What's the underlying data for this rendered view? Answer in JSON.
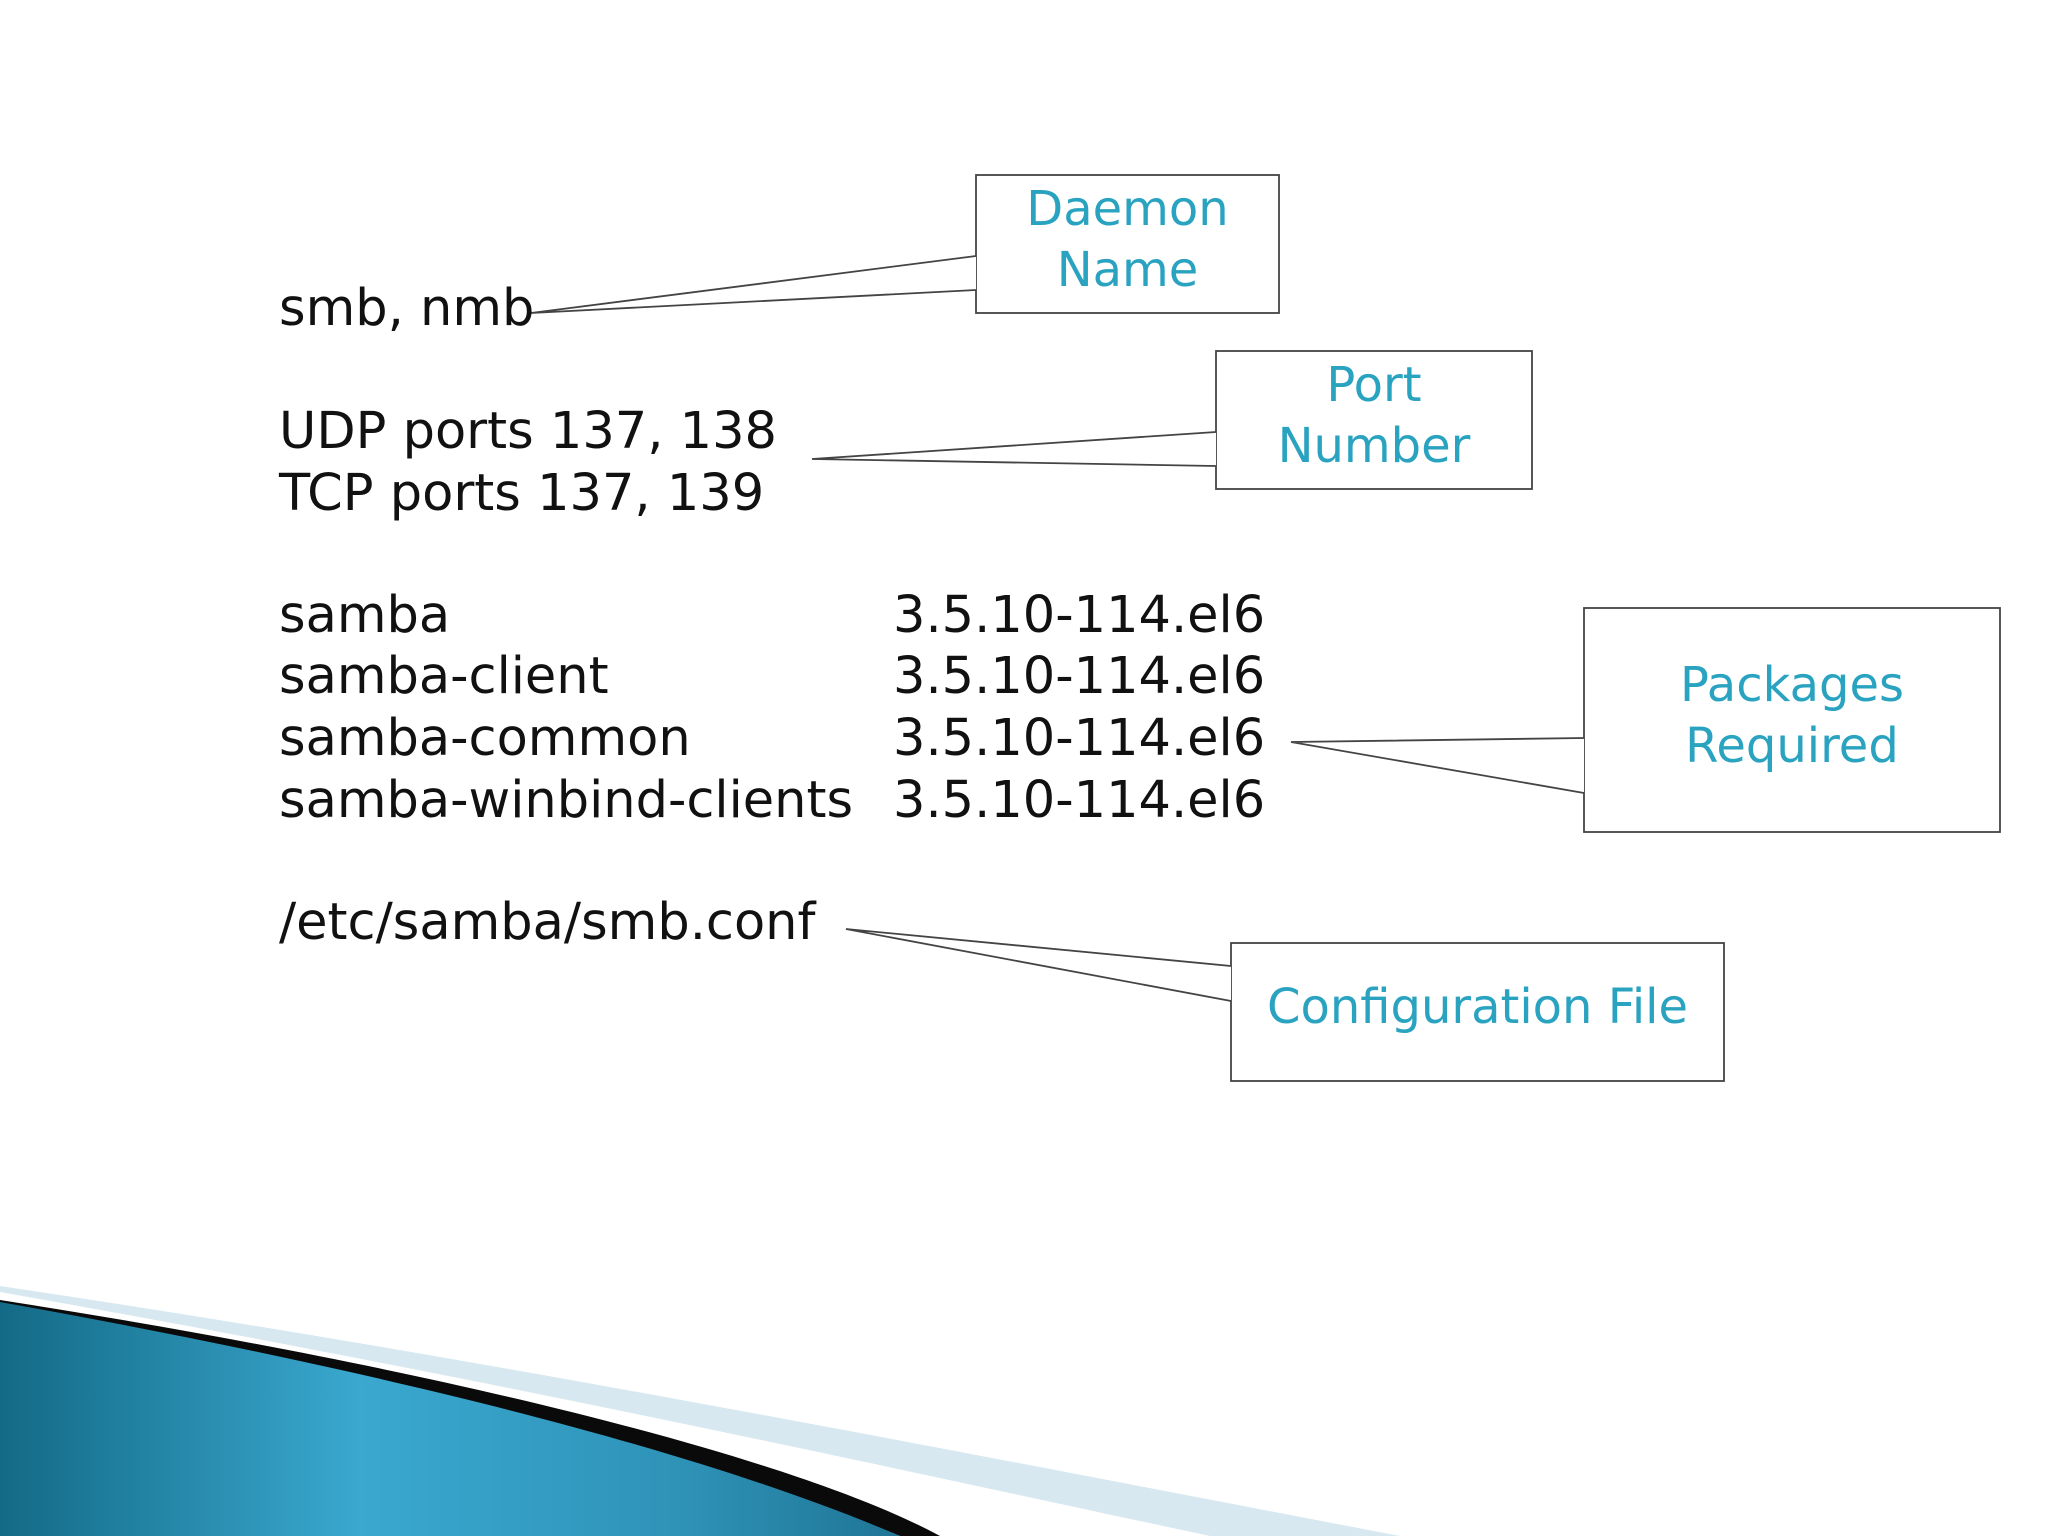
{
  "colors": {
    "accent": "#2aa3c1",
    "text": "#111111",
    "box_border": "#444444"
  },
  "daemon_line": "smb, nmb",
  "ports": [
    "UDP ports 137, 138",
    "TCP ports 137, 139"
  ],
  "packages": [
    {
      "name": "samba",
      "version": "3.5.10-114.el6"
    },
    {
      "name": "samba-client",
      "version": "3.5.10-114.el6"
    },
    {
      "name": "samba-common",
      "version": "3.5.10-114.el6"
    },
    {
      "name": "samba-winbind-clients",
      "version": "3.5.10-114.el6"
    }
  ],
  "config_path": "/etc/samba/smb.conf",
  "callouts": {
    "daemon": "Daemon\nName",
    "port": "Port\nNumber",
    "packages": "Packages\nRequired",
    "config": "Configuration File"
  }
}
